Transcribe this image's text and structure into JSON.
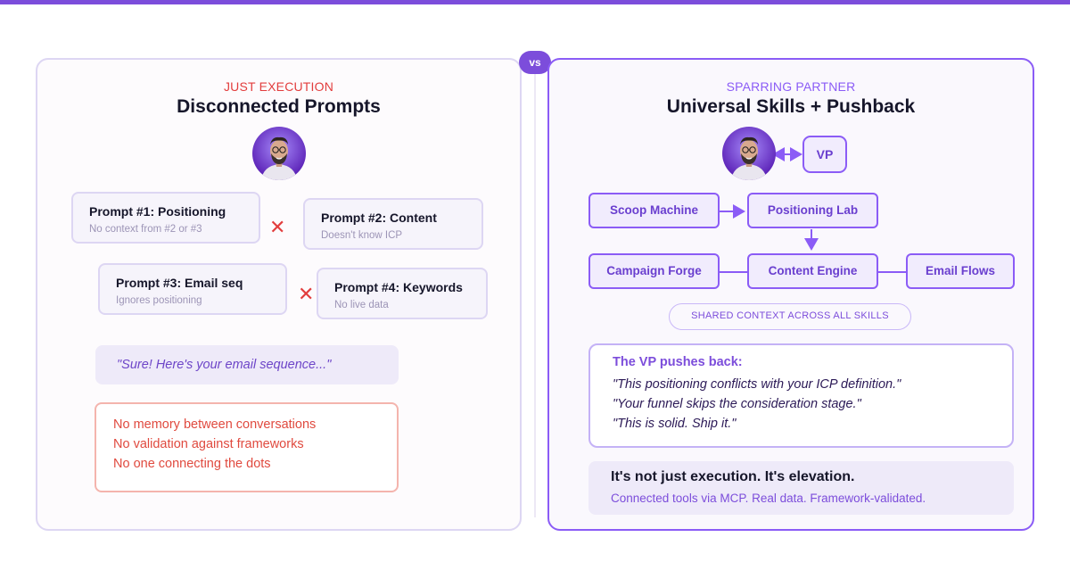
{
  "vs_label": "vs",
  "left": {
    "kicker": "JUST EXECUTION",
    "title": "Disconnected Prompts",
    "prompts": [
      {
        "title": "Prompt #1: Positioning",
        "subtitle": "No context from #2 or #3"
      },
      {
        "title": "Prompt #2: Content",
        "subtitle": "Doesn't know ICP"
      },
      {
        "title": "Prompt #3: Email seq",
        "subtitle": "Ignores positioning"
      },
      {
        "title": "Prompt #4: Keywords",
        "subtitle": "No live data"
      }
    ],
    "cross_symbol": "✕",
    "quote": "\"Sure! Here's your email sequence...\"",
    "failures": [
      "No memory between conversations",
      "No validation against frameworks",
      "No one connecting the dots"
    ]
  },
  "right": {
    "kicker": "SPARRING PARTNER",
    "title": "Universal Skills + Pushback",
    "vp_label": "VP",
    "skills": {
      "scoop": "Scoop Machine",
      "positioning": "Positioning Lab",
      "campaign": "Campaign Forge",
      "content": "Content Engine",
      "email": "Email Flows"
    },
    "shared_context": "SHARED CONTEXT ACROSS ALL SKILLS",
    "pushback": {
      "heading": "The VP pushes back:",
      "quotes": [
        "\"This positioning conflicts with your ICP definition.\"",
        "\"Your funnel skips the consideration stage.\"",
        "\"This is solid. Ship it.\""
      ]
    },
    "elevation": {
      "title": "It's not just execution. It's elevation.",
      "subtitle": "Connected tools via MCP. Real data. Framework-validated."
    }
  },
  "colors": {
    "accent": "#7c4ddb",
    "accent_light": "#8b5cf6",
    "error": "#e23d3d",
    "node_fill": "#f1ecfd"
  },
  "icons": [
    "avatar-portrait",
    "cross-icon",
    "arrow-icon"
  ]
}
